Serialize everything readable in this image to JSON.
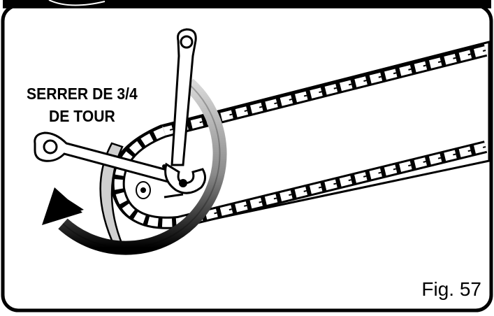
{
  "instruction": {
    "line1": "SERRER DE 3/4",
    "line2": "DE TOUR"
  },
  "figure_label": "Fig. 57",
  "icons": [
    "wrench-icon",
    "rotation-arrow-icon",
    "chainsaw-bar-icon"
  ]
}
